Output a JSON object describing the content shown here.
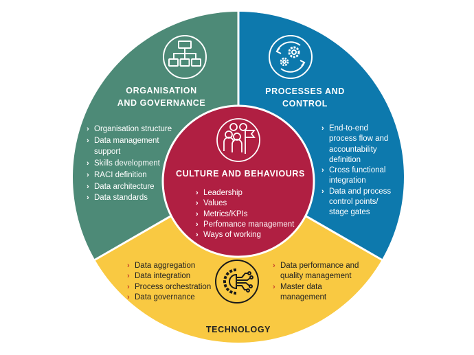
{
  "colors": {
    "organisation": "#4d8a77",
    "processes": "#0d79ad",
    "culture": "#b01f42",
    "technology": "#f9c942",
    "tech_bullet": "#c8412a"
  },
  "sections": {
    "organisation": {
      "title": "ORGANISATION\nAND GOVERNANCE",
      "icon": "org-chart-icon",
      "items": [
        "Organisation structure",
        "Data management\nsupport",
        "Skills development",
        "RACI definition",
        "Data architecture",
        "Data standards"
      ]
    },
    "processes": {
      "title": "PROCESSES AND\nCONTROL",
      "icon": "gears-cycle-icon",
      "items": [
        "End-to-end\nprocess flow and\naccountability\ndefinition",
        "Cross functional\nintegration",
        "Data and process\ncontrol points/\nstage gates"
      ]
    },
    "culture": {
      "title": "CULTURE AND BEHAVIOURS",
      "icon": "team-flag-icon",
      "items": [
        "Leadership",
        "Values",
        "Metrics/KPIs",
        "Perfomance management",
        "Ways of working"
      ]
    },
    "technology": {
      "title": "TECHNOLOGY",
      "icon": "tech-gear-circuit-icon",
      "items_left": [
        "Data aggregation",
        "Data integration",
        "Process orchestration",
        "Data governance"
      ],
      "items_right": [
        "Data performance and\nquality management",
        "Master data\nmanagement"
      ]
    }
  },
  "bullet": "›"
}
